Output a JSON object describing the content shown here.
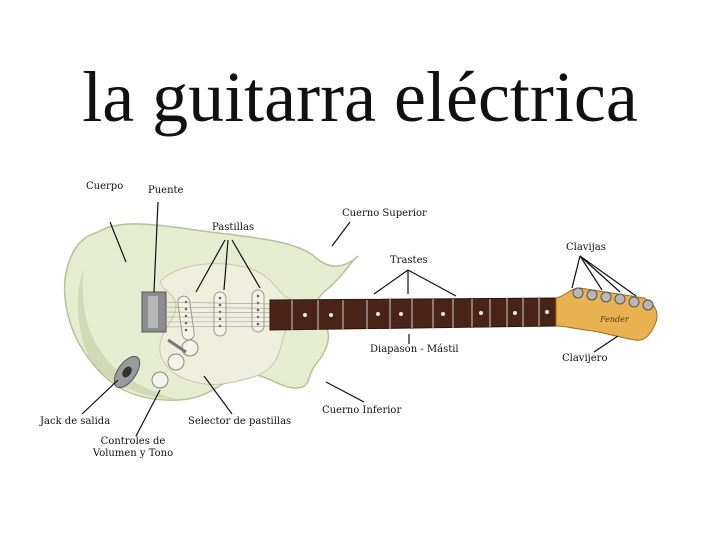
{
  "title": "la guitarra eléctrica",
  "labels": {
    "cuerpo": "Cuerpo",
    "puente": "Puente",
    "cuerno_superior": "Cuerno Superior",
    "pastillas": "Pastillas",
    "clavijas": "Clavijas",
    "trastes": "Trastes",
    "diapason_mastil": "Diapason - Mástil",
    "clavijero": "Clavijero",
    "cuerno_inferior": "Cuerno Inferior",
    "jack_salida": "Jack de salida",
    "selector_pastillas": "Selector de pastillas",
    "controles_line1": "Controles de",
    "controles_line2": "Volumen y Tono"
  },
  "colors": {
    "body": "#e6ecd0",
    "body_shade": "#c9d2ac",
    "pickguard": "#eeeedd",
    "fretboard": "#4a2416",
    "headstock": "#e9b251",
    "pickup": "#f3f2e4",
    "tuner": "#b7b7b7",
    "line": "#111111"
  },
  "brand_on_headstock": "Fender"
}
